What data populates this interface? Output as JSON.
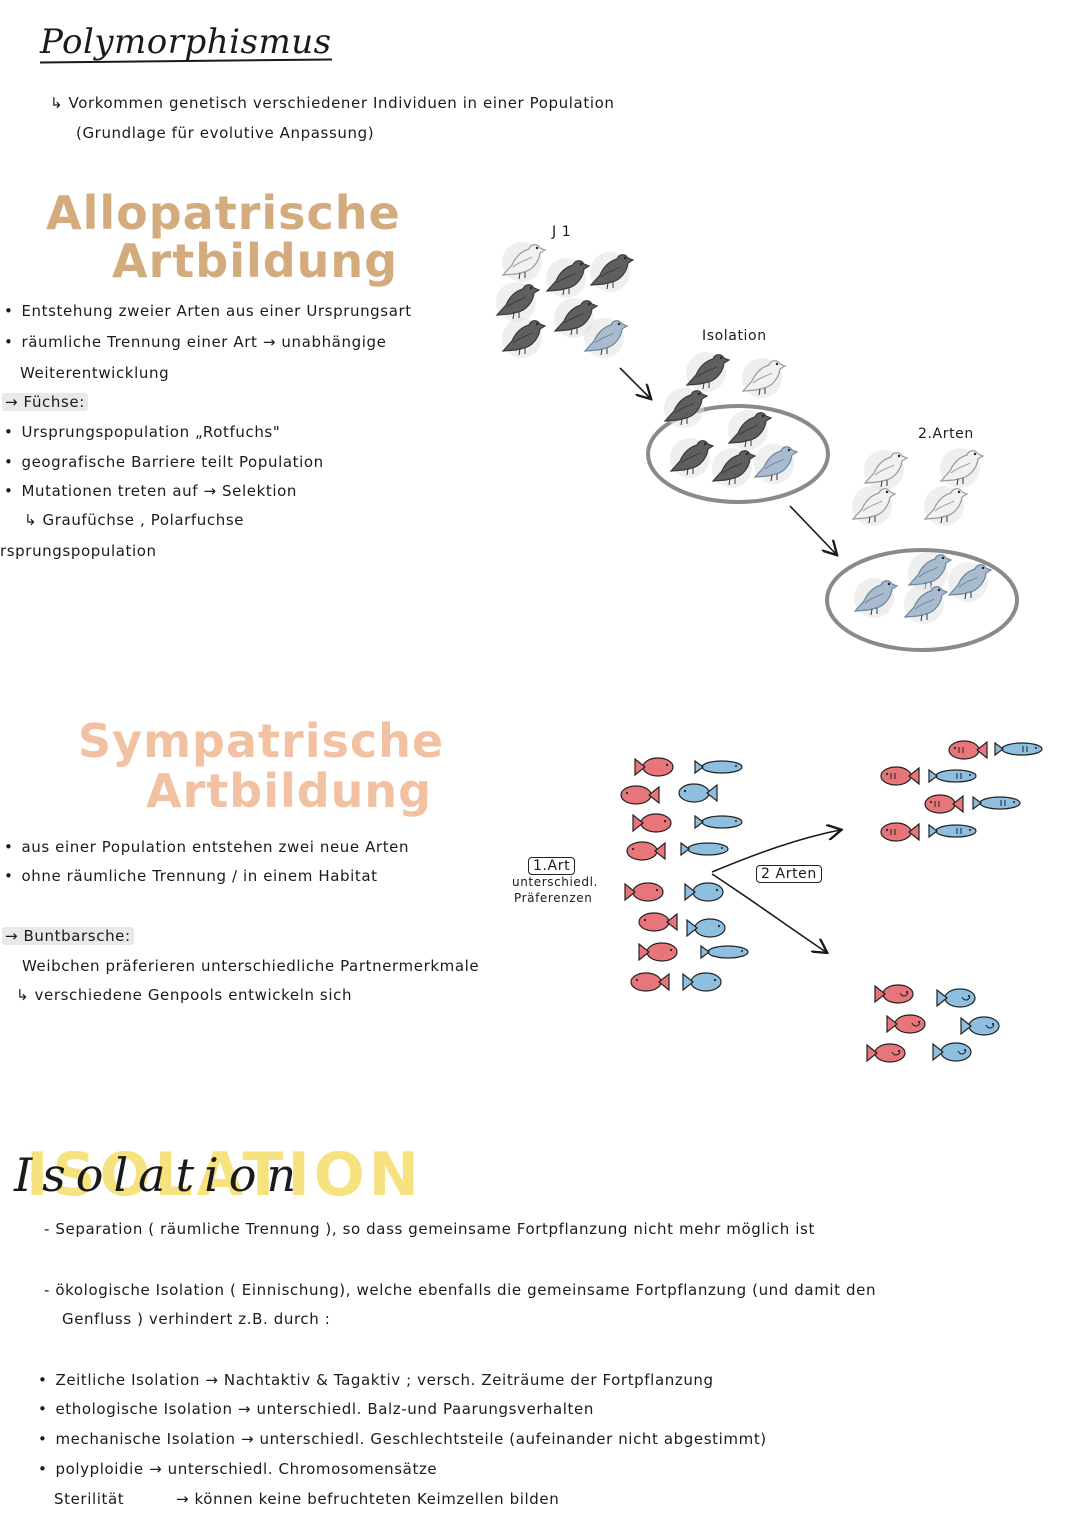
{
  "title": "Polymorphismus",
  "polymorphism": {
    "definition": "↳ Vorkommen genetisch verschiedener Individuen in einer Population",
    "note": "(Grundlage für evolutive Anpassung)"
  },
  "allopatric": {
    "heading_line1": "Allopatrische",
    "heading_line2": "Artbildung",
    "heading_color": "#d4ab7c",
    "bullets": [
      "Entstehung zweier Arten aus einer Ursprungsart",
      "räumliche Trennung einer Art → unabhängige",
      "Weiterentwicklung"
    ],
    "example_label": "→ Füchse:",
    "example_bullets": [
      "Ursprungspopulation „Rotfuchs\"",
      "geografische Barriere teilt Population",
      "Mutationen treten auf → Selektion"
    ],
    "example_result": "↳ Graufüchse , Polarfuchse",
    "cut_line": "rsprungspopulation",
    "diagram": {
      "label_start": "J 1",
      "label_isolation": "Isolation",
      "label_two_species": "2.Arten",
      "colors": {
        "dark": "#5f5f5f",
        "light": "#f1f1f1",
        "blue": "#a9bccf",
        "ring": "#8a8a8a"
      }
    }
  },
  "sympatric": {
    "heading_line1": "Sympatrische",
    "heading_line2": "Artbildung",
    "heading_color": "#f1c1a2",
    "bullets": [
      "aus einer Population entstehen zwei neue Arten",
      "ohne räumliche Trennung / in einem Habitat"
    ],
    "example_label": "→ Buntbarsche:",
    "example_line": "Weibchen präferieren unterschiedliche Partnermerkmale",
    "example_result": "↳ verschiedene Genpools entwickeln sich",
    "diagram": {
      "label_one_species": "1.Art",
      "label_pref1": "unterschiedl.",
      "label_pref2": "Präferenzen",
      "label_two_species": "2 Arten",
      "colors": {
        "red": "#e8757a",
        "blue": "#8fbfe0"
      }
    }
  },
  "isolation": {
    "heading": "ISOLATION",
    "heading_script": "Isolation",
    "highlight_color": "#f6e27e",
    "separation": "- Separation ( räumliche Trennung ), so dass gemeinsame Fortpflanzung nicht mehr möglich ist",
    "ecological_line1": "- ökologische Isolation ( Einnischung), welche ebenfalls die gemeinsame Fortpflanzung (und damit den",
    "ecological_line2": "Genfluss ) verhindert z.B. durch :",
    "items": [
      "Zeitliche Isolation → Nachtaktiv & Tagaktiv ; versch. Zeiträume der Fortpflanzung",
      "ethologische Isolation → unterschiedl. Balz-und Paarungsverhalten",
      "mechanische Isolation → unterschiedl. Geschlechtsteile (aufeinander nicht abgestimmt)",
      "polyploidie → unterschiedl. Chromosomensätze"
    ],
    "last_label": "Sterilität",
    "last_text": "→ können keine befruchteten Keimzellen bilden"
  }
}
